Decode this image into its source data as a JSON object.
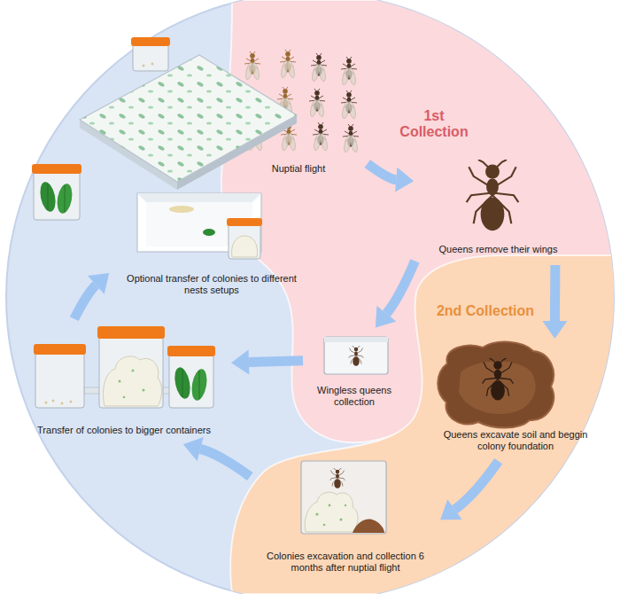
{
  "diagram": {
    "nodes": [
      {
        "text": [
          "1st Collection"
        ]
      },
      {
        "text": [
          "Nuptial flight"
        ],
        "in": 0
      },
      {
        "text": [
          "Queens remove their wings"
        ],
        "in": 0
      },
      {
        "text": [
          "Wingless queens collection"
        ],
        "in": 0
      },
      {
        "text": [
          "2nd Collection"
        ]
      },
      {
        "text": [
          "Queens excavate soil and beggin colony foundation"
        ],
        "in": 4
      },
      {
        "text": [
          "Colonies excavation and collection 6 months after nuptial flight"
        ],
        "in": 4
      },
      {
        "text": [
          "Transfer of colonies to bigger containers"
        ]
      },
      {
        "text": [
          "Optional transfer of colonies to different nests setups"
        ]
      }
    ],
    "edges": [
      {
        "from": 1,
        "to": 2,
        "arrow": "to"
      },
      {
        "from": 2,
        "to": 3,
        "arrow": "to"
      },
      {
        "from": 2,
        "to": 5,
        "arrow": "to"
      },
      {
        "from": 3,
        "to": 7,
        "arrow": "to"
      },
      {
        "from": 5,
        "to": 6,
        "arrow": "to"
      },
      {
        "from": 6,
        "to": 7,
        "arrow": "to"
      },
      {
        "from": 7,
        "to": 8,
        "arrow": "to"
      }
    ]
  }
}
